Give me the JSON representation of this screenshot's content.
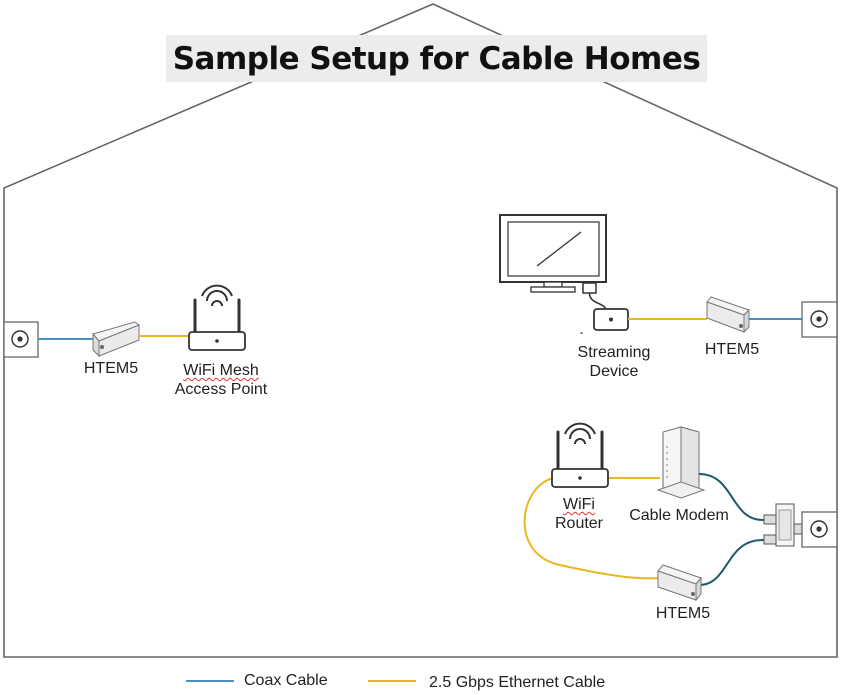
{
  "title": "Sample Setup for Cable Homes",
  "colors": {
    "coax": "#4a8fbd",
    "ethernet": "#e8b820",
    "splitter_cable": "#1f5b6e",
    "outline": "#555555"
  },
  "devices": {
    "left_htem5": "HTEM5",
    "mesh_ap_line1": "WiFi Mesh",
    "mesh_ap_line2": "Access Point",
    "streaming_line1": "Streaming",
    "streaming_line2": "Device",
    "right_htem5": "HTEM5",
    "router_line1": "WiFi",
    "router_line2": "Router",
    "cable_modem": "Cable Modem",
    "bottom_htem5": "HTEM5"
  },
  "legend": {
    "coax": "Coax Cable",
    "ethernet": "2.5 Gbps Ethernet Cable"
  },
  "icons": [
    "coax-wall-outlet-icon",
    "htem5-adapter-icon",
    "wifi-router-icon",
    "tv-monitor-icon",
    "streaming-stick-icon",
    "cable-modem-icon",
    "coax-splitter-icon"
  ]
}
